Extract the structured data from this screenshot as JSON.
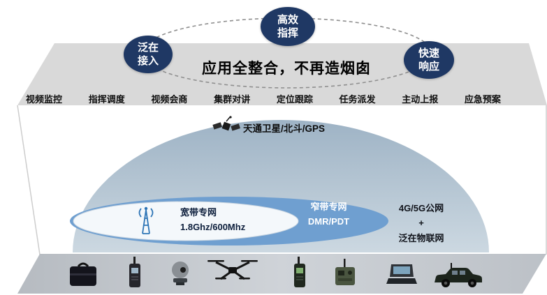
{
  "title": "应用全整合，不再造烟囱",
  "badges": [
    {
      "id": "ubiquitous-access",
      "text": "泛在\n接入"
    },
    {
      "id": "efficient-command",
      "text": "高效\n指挥"
    },
    {
      "id": "rapid-response",
      "text": "快速\n响应"
    }
  ],
  "apps": [
    "视频监控",
    "指挥调度",
    "视频会商",
    "集群对讲",
    "定位跟踪",
    "任务派发",
    "主动上报",
    "应急预案"
  ],
  "satellite": {
    "label": "天通卫星/北斗/GPS",
    "icon": "satellite-icon"
  },
  "networks": {
    "broadband": {
      "text": "宽带专网\n1.8Ghz/600Mhz",
      "icon": "antenna-icon"
    },
    "narrowband": {
      "text": "窄带专网\nDMR/PDT"
    },
    "public": {
      "text": "4G/5G公网\n+\n泛在物联网"
    }
  },
  "devices": [
    {
      "icon": "equipment-case-icon"
    },
    {
      "icon": "handheld-radio-icon"
    },
    {
      "icon": "ptz-camera-icon"
    },
    {
      "icon": "drone-icon"
    },
    {
      "icon": "handheld-radio2-icon"
    },
    {
      "icon": "manpack-radio-icon"
    },
    {
      "icon": "portable-terminal-icon"
    },
    {
      "icon": "command-vehicle-icon"
    }
  ],
  "colors": {
    "badge_navy": "#1F3864",
    "top_plane_gray": "#d9d9d9",
    "bottom_bar_gray": "#c7cbd0",
    "dome_outer_blue_gray": "#b7c7d4",
    "narrowband_blue": "#6f9fd0",
    "broadband_white": "#f4f8fb",
    "antenna_blue": "#2e75b6"
  }
}
